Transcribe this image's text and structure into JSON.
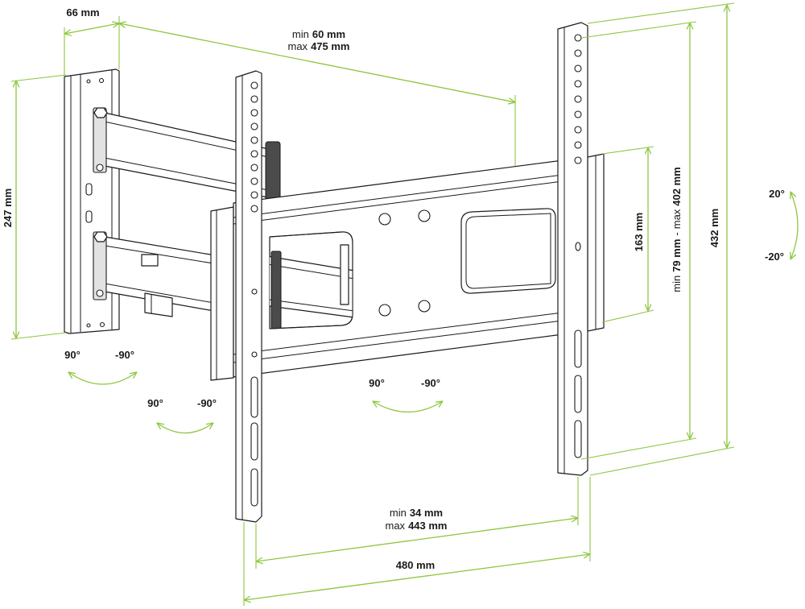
{
  "dimensions": {
    "wall_plate_depth": {
      "value": "66 mm"
    },
    "arm_extension": {
      "min_label": "min",
      "min_value": "60 mm",
      "max_label": "max",
      "max_value": "475 mm"
    },
    "wall_plate_height": {
      "value": "247 mm"
    },
    "plate_height": {
      "value": "163 mm"
    },
    "vertical_hole_spacing": {
      "min_label": "min",
      "min_value": "79 mm",
      "separator": "-",
      "max_label": "max",
      "max_value": "402 mm"
    },
    "bracket_height": {
      "value": "432 mm"
    },
    "horizontal_hole_spacing": {
      "min_label": "min",
      "min_value": "34 mm",
      "max_label": "max",
      "max_value": "443 mm"
    },
    "bracket_width": {
      "value": "480 mm"
    }
  },
  "rotations": {
    "tilt": {
      "up": "20°",
      "down": "-20°"
    },
    "wall_swivel": {
      "left": "90°",
      "right": "-90°"
    },
    "arm_swivel": {
      "left": "90°",
      "right": "-90°"
    },
    "plate_swivel": {
      "left": "90°",
      "right": "-90°"
    }
  },
  "colors": {
    "dimension_line": "#8dc63f",
    "outline": "#1a1a1a",
    "text": "#1a1a1a"
  }
}
